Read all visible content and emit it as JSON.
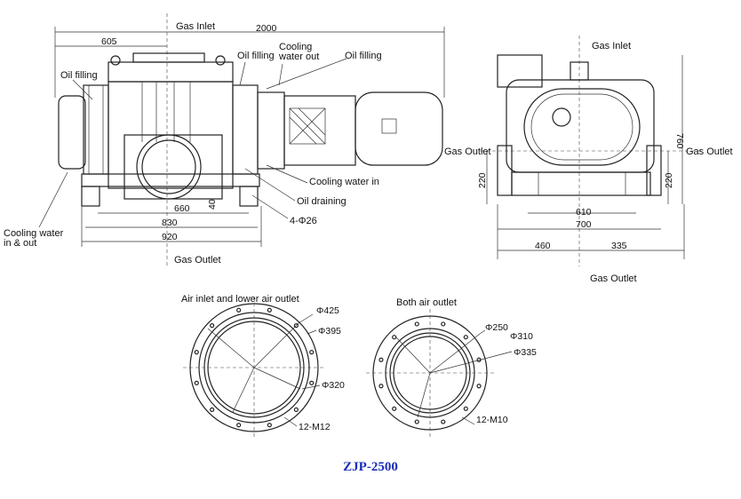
{
  "title": "ZJP-2500",
  "front_view": {
    "gas_inlet": "Gas Inlet",
    "dim_2000": "2000",
    "dim_605": "605",
    "oil_filling_left": "Oil filling",
    "oil_filling_mid": "Oil filling",
    "cooling_water_out": "Cooling\nwater out",
    "oil_filling_right": "Oil filling",
    "cooling_water_in_out": "Cooling water\nin & out",
    "cooling_water_in": "Cooling water in",
    "oil_draining": "Oil draining",
    "dim_660": "660",
    "dim_40": "40",
    "dim_830": "830",
    "dim_920": "920",
    "holes": "4-Φ26",
    "gas_outlet": "Gas  Outlet"
  },
  "side_view": {
    "gas_inlet": "Gas Inlet",
    "gas_outlet_left": "Gas Outlet",
    "gas_outlet_right": "Gas Outlet",
    "gas_outlet_bottom": "Gas Outlet",
    "dim_760": "760",
    "dim_220_left": "220",
    "dim_220_right": "220",
    "dim_610": "610",
    "dim_700": "700",
    "dim_460": "460",
    "dim_335": "335"
  },
  "flange_inlet": {
    "label": "Air inlet and lower air outlet",
    "d1": "Φ425",
    "d2": "Φ395",
    "d3": "Φ320",
    "bolts": "12-M12"
  },
  "flange_outlet": {
    "label": "Both  air outlet",
    "d1": "Φ250",
    "d2": "Φ310",
    "d3": "Φ335",
    "bolts": "12-M10"
  }
}
